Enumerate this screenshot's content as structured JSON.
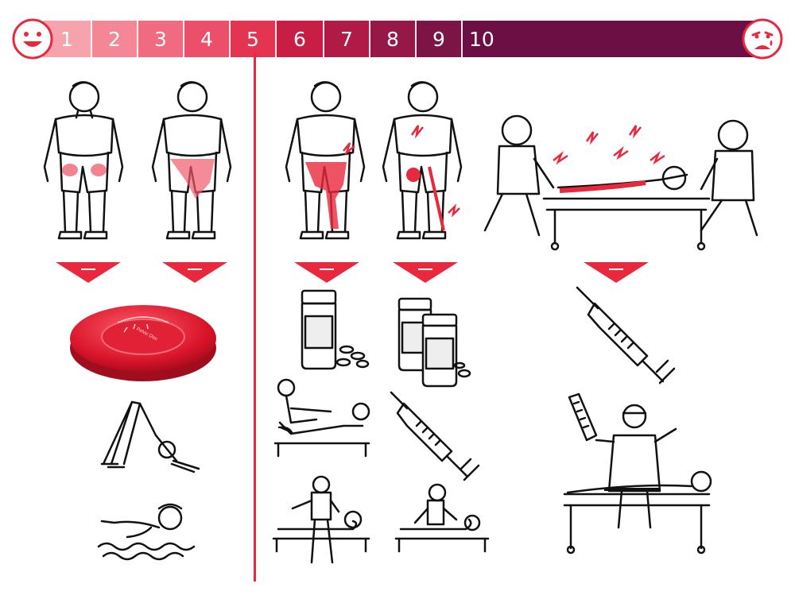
{
  "scale": {
    "levels": [
      "1",
      "2",
      "3",
      "4",
      "5",
      "6",
      "7",
      "8",
      "9",
      "10"
    ],
    "colors": [
      "#f7a3ad",
      "#f48796",
      "#f06b80",
      "#ec4f6a",
      "#e33452",
      "#c81d45",
      "#b01a46",
      "#951846",
      "#7d1446",
      "#6b0f45"
    ],
    "left_face": "happy-face-icon",
    "right_face": "sad-face-icon"
  },
  "accent": "#e8283c",
  "labels": {
    "disc": "Pelvic Disc"
  }
}
